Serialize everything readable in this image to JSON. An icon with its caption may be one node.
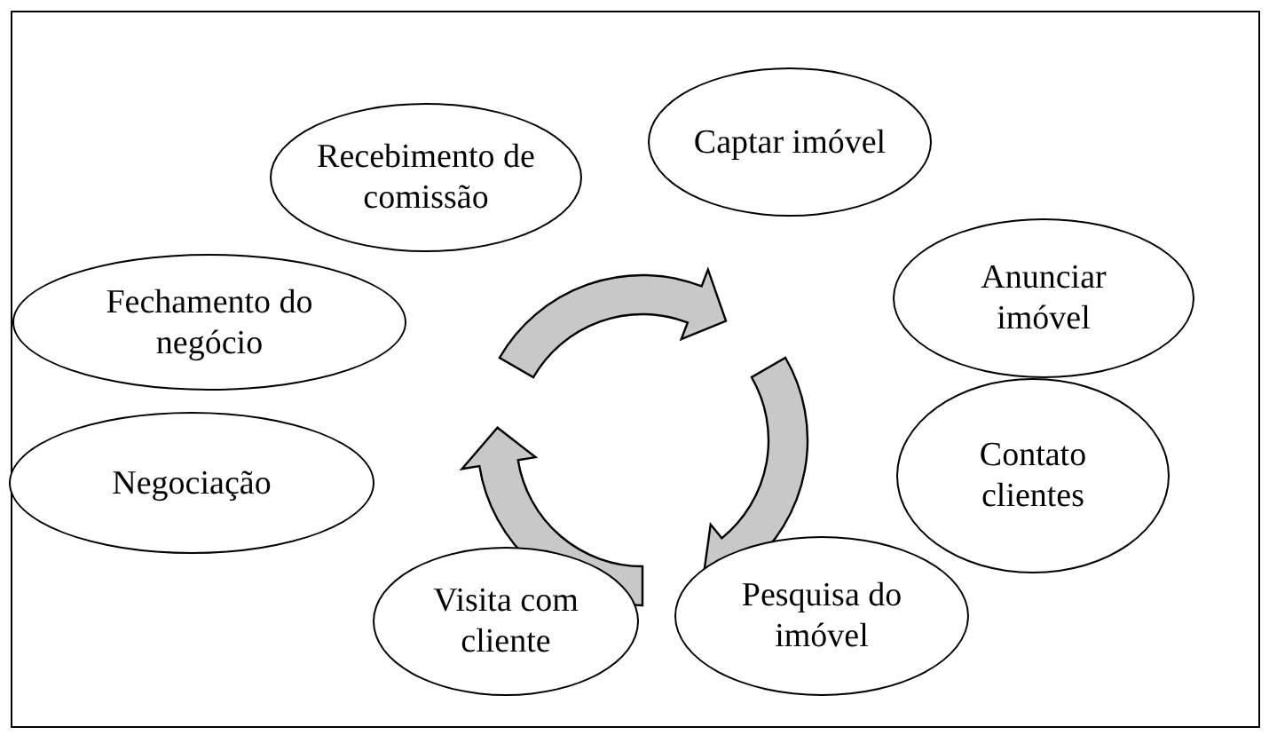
{
  "diagram": {
    "nodes": [
      {
        "text": [
          "Captar imóvel"
        ]
      },
      {
        "text": [
          "Anunciar imóvel"
        ]
      },
      {
        "text": [
          "Contato clientes"
        ]
      },
      {
        "text": [
          "Pesquisa do imóvel"
        ]
      },
      {
        "text": [
          "Visita com cliente"
        ]
      },
      {
        "text": [
          "Negociação"
        ]
      },
      {
        "text": [
          "Fechamento do negócio"
        ]
      },
      {
        "text": [
          "Recebimento de comissão"
        ]
      }
    ],
    "edges": []
  }
}
